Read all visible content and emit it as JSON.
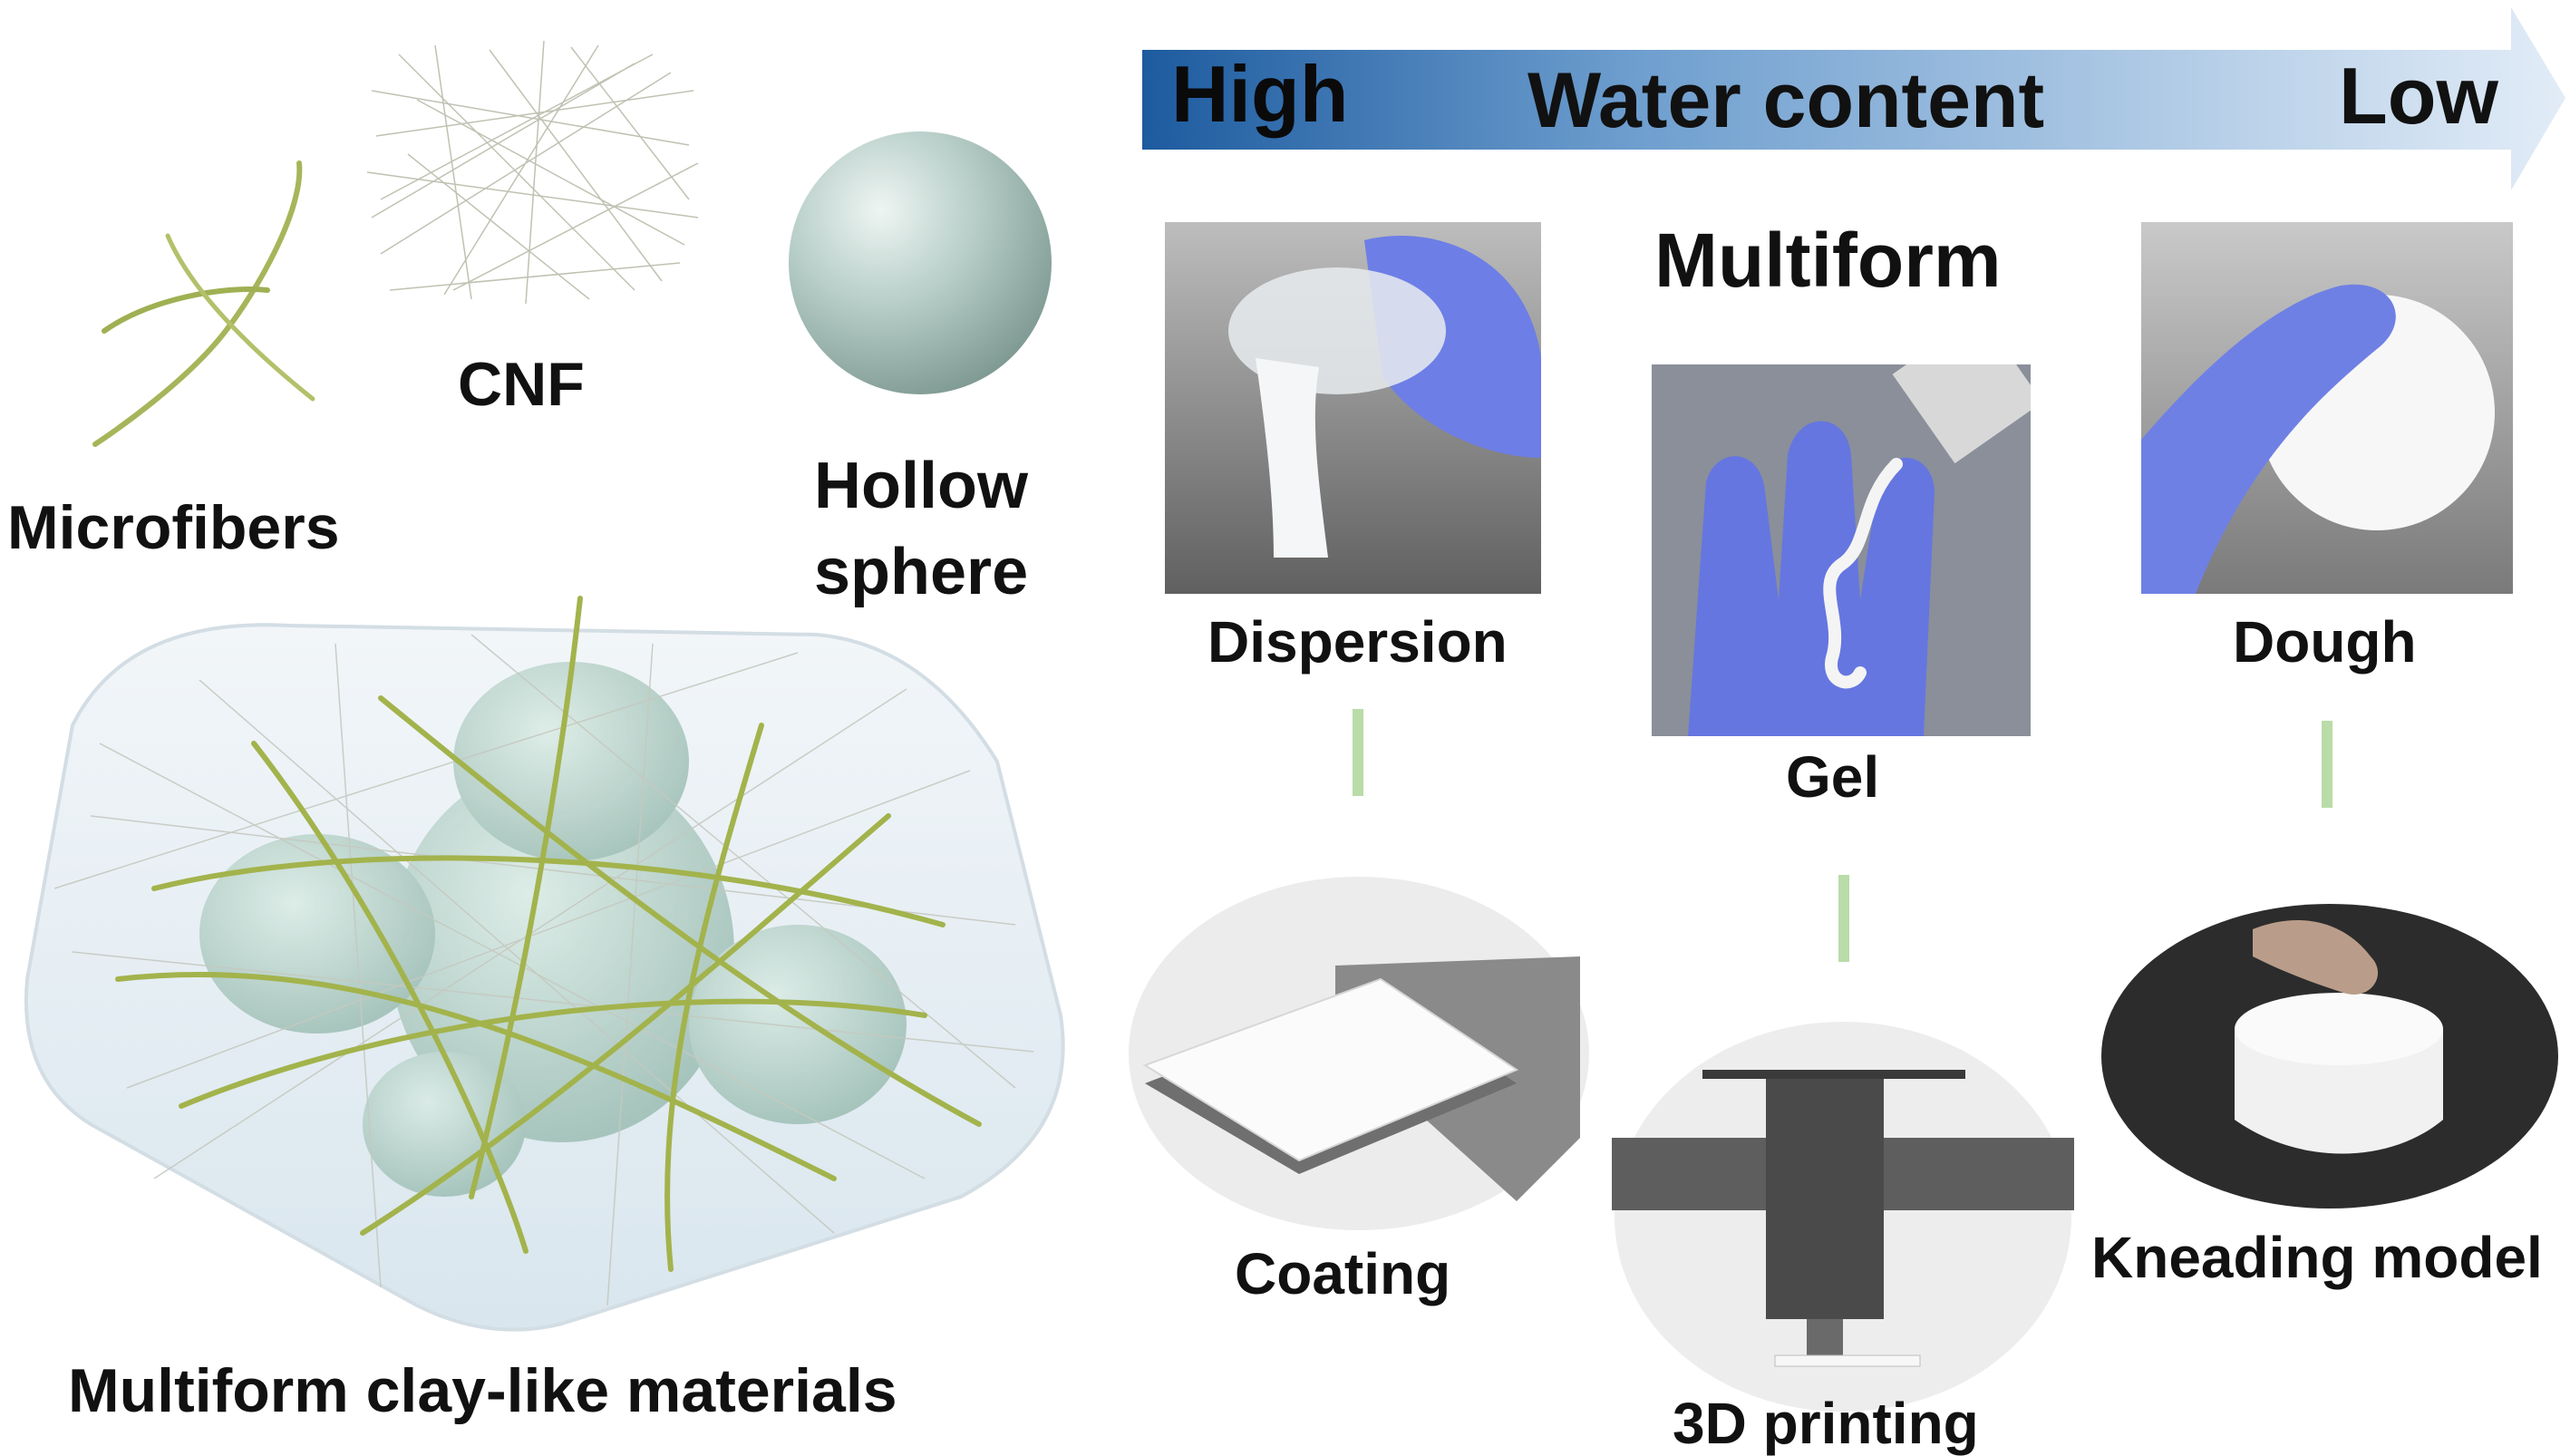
{
  "arrow": {
    "left_label": "High",
    "center_label": "Water content",
    "right_label": "Low",
    "color_start": "#1e5fa3",
    "color_end": "#dde9f5"
  },
  "components": {
    "cnf": "CNF",
    "microfibers": "Microfibers",
    "hollow_sphere_line1": "Hollow",
    "hollow_sphere_line2": "sphere"
  },
  "left_caption": "Multiform clay-like materials",
  "center_title": "Multiform",
  "forms": [
    {
      "label": "Dispersion",
      "application": "Coating"
    },
    {
      "label": "Gel",
      "application": "3D printing"
    },
    {
      "label": "Dough",
      "application": "Kneading model"
    }
  ],
  "colors": {
    "connector": "#b9dca8",
    "fiber": "#9caf4a",
    "glove": "#6f7fe0",
    "sphere": "#a9c3bd"
  }
}
